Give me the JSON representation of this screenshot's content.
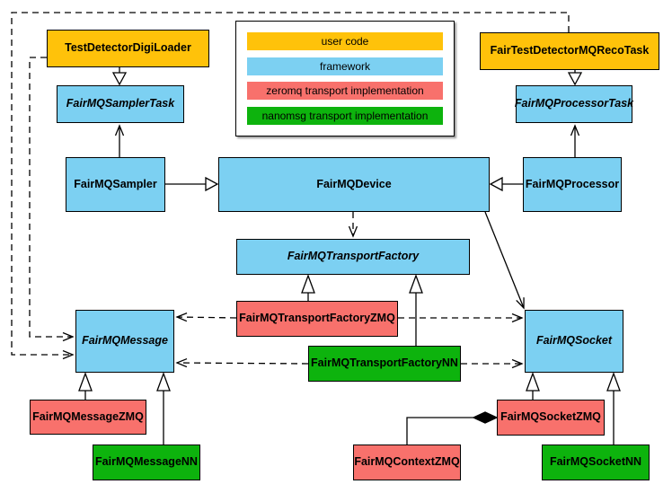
{
  "colors": {
    "user_code": "#ffc20a",
    "framework": "#7cd0f2",
    "zeromq": "#f8716c",
    "nanomsg": "#0db30d",
    "line": "#000000",
    "background": "#ffffff"
  },
  "legend": {
    "items": [
      {
        "label": "user code"
      },
      {
        "label": "framework"
      },
      {
        "label": "zeromq transport implementation"
      },
      {
        "label": "nanomsg transport implementation"
      }
    ]
  },
  "nodes": {
    "test_detector_digi_loader": {
      "label": "TestDetectorDigiLoader"
    },
    "fair_test_detector_mq_reco_task": {
      "label": "FairTestDetectorMQRecoTask"
    },
    "fairmq_sampler_task": {
      "label": "FairMQSamplerTask"
    },
    "fairmq_processor_task": {
      "label": "FairMQProcessorTask"
    },
    "fairmq_sampler": {
      "label": "FairMQSampler"
    },
    "fairmq_device": {
      "label": "FairMQDevice"
    },
    "fairmq_processor": {
      "label": "FairMQProcessor"
    },
    "fairmq_transport_factory": {
      "label": "FairMQTransportFactory"
    },
    "fairmq_transport_factory_zmq": {
      "label": "FairMQTransportFactoryZMQ"
    },
    "fairmq_transport_factory_nn": {
      "label": "FairMQTransportFactoryNN"
    },
    "fairmq_message": {
      "label": "FairMQMessage"
    },
    "fairmq_socket": {
      "label": "FairMQSocket"
    },
    "fairmq_message_zmq": {
      "label": "FairMQMessageZMQ"
    },
    "fairmq_message_nn": {
      "label": "FairMQMessageNN"
    },
    "fairmq_socket_zmq": {
      "label": "FairMQSocketZMQ"
    },
    "fairmq_socket_nn": {
      "label": "FairMQSocketNN"
    },
    "fairmq_context_zmq": {
      "label": "FairMQContextZMQ"
    }
  }
}
